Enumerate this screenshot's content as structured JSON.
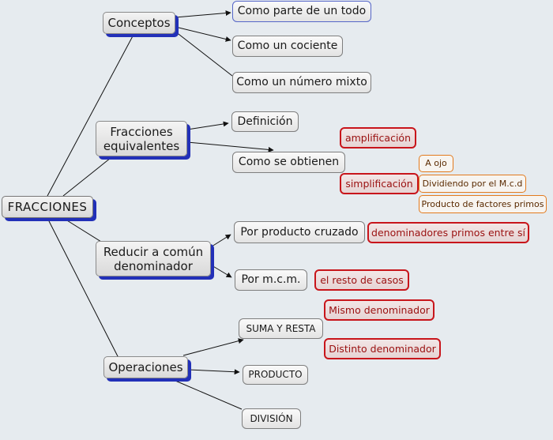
{
  "diagram": {
    "root": {
      "label": "FRACCIONES"
    },
    "nodes": {
      "conceptos": "Conceptos",
      "fracciones_equivalentes": "Fracciones equivalentes",
      "reducir_comun": "Reducir a común denominador",
      "operaciones": "Operaciones",
      "parte_todo": "Como parte de un todo",
      "cociente": "Como un cociente",
      "numero_mixto": "Como un número mixto",
      "definicion": "Definición",
      "como_se_obtienen": "Como se obtienen",
      "amplificacion": "amplificación",
      "simplificacion": "simplificación",
      "a_ojo": "A ojo",
      "dividiendo_mcd": "Dividiendo por el M.c.d",
      "producto_factores": "Producto de factores primos",
      "producto_cruzado": "Por producto cruzado",
      "denominadores_primos": "denominadores primos entre sí",
      "por_mcm": "Por m.c.m.",
      "resto_casos": "el resto de casos",
      "suma_resta": "SUMA Y RESTA",
      "mismo_denominador": "Mismo denominador",
      "distinto_denominador": "Distinto denominador",
      "producto": "PRODUCTO",
      "division": "DIVISIÓN"
    },
    "colors": {
      "background": "#e6ebef",
      "shadow": "#2230b8",
      "red_border": "#c8151b",
      "orange_border": "#e27a1e",
      "line": "#111111"
    }
  }
}
